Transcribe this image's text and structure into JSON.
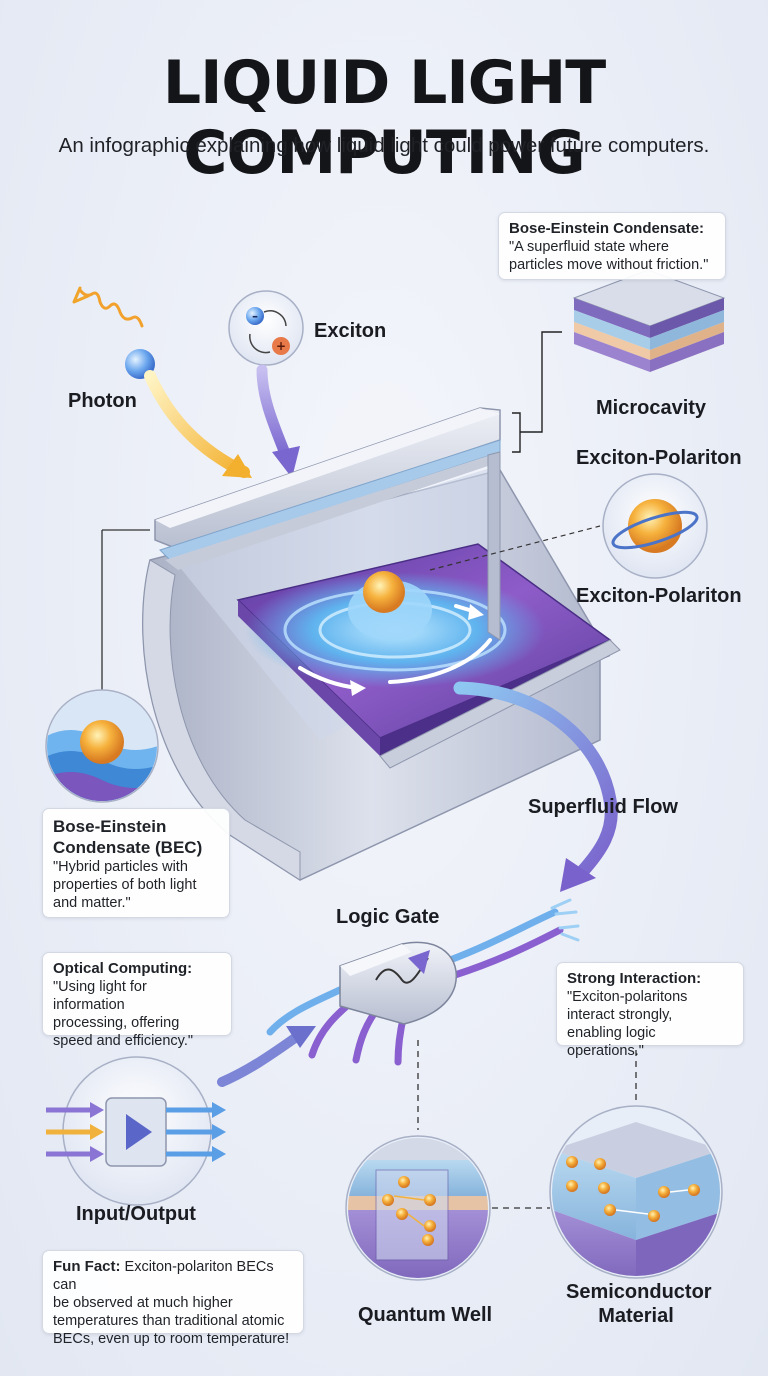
{
  "title": "LIQUID LIGHT COMPUTING",
  "subtitle": "An infographic explaining how liquid light could power future computers.",
  "labels": {
    "photon": "Photon",
    "exciton": "Exciton",
    "microcavity": "Microcavity",
    "exciton_polariton_top": "Exciton-Polariton",
    "exciton_polariton_bottom": "Exciton-Polariton",
    "superfluid_flow": "Superfluid Flow",
    "logic_gate": "Logic Gate",
    "input_output": "Input/Output",
    "quantum_well": "Quantum Well",
    "semiconductor_line1": "Semiconductor",
    "semiconductor_line2": "Material"
  },
  "callouts": {
    "bec_top": {
      "heading": "Bose-Einstein Condensate:",
      "line1": "\"A superfluid state where",
      "line2": "particles move without friction.\""
    },
    "bec_left": {
      "heading1": "Bose-Einstein",
      "heading2": "Condensate (BEC)",
      "line1": "\"Hybrid particles with",
      "line2": "properties of both light",
      "line3": "and matter.\""
    },
    "optical": {
      "heading": "Optical Computing:",
      "line1": "\"Using light for information",
      "line2": "processing, offering",
      "line3": "speed and efficiency.\""
    },
    "strong": {
      "heading": "Strong Interaction:",
      "line1": "\"Exciton-polaritons",
      "line2": "interact strongly,",
      "line3": "enabling logic operations.\""
    },
    "fun_fact": {
      "heading": "Fun Fact:",
      "line1": "Exciton-polariton BECs can",
      "line2": "be observed at much higher",
      "line3": "temperatures than traditional atomic",
      "line4": "BECs, even up to room temperature!"
    }
  },
  "colors": {
    "photon_beam": "#f5b93a",
    "exciton_arrow": "#8a78d6",
    "fluid_blue": "#5aa8ea",
    "fluid_purple": "#7b4fb8",
    "particle_orange": "#f2a33a",
    "metal": "#c5cad8"
  }
}
